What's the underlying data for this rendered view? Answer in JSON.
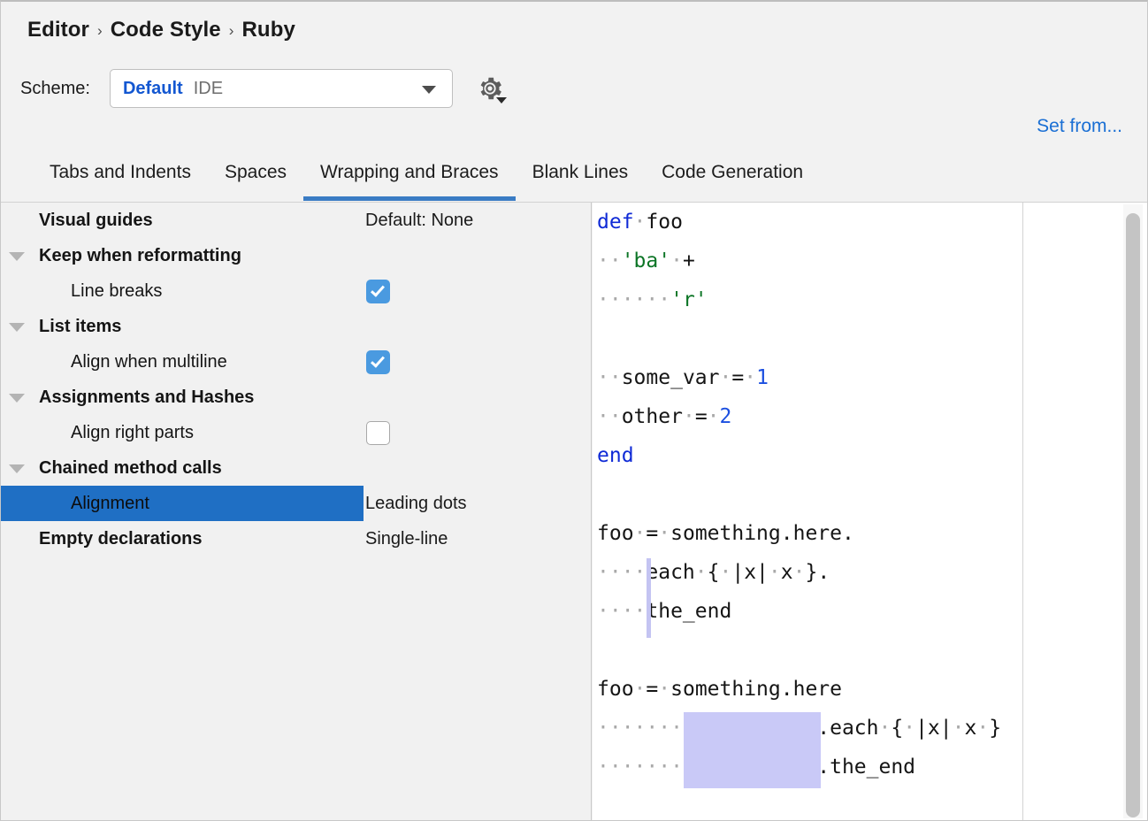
{
  "breadcrumb": {
    "items": [
      "Editor",
      "Code Style",
      "Ruby"
    ],
    "separator": "›"
  },
  "scheme": {
    "label": "Scheme:",
    "name": "Default",
    "type": "IDE",
    "gear_icon": "gear-icon",
    "dropdown_icon": "chevron-down-icon"
  },
  "actions": {
    "set_from": "Set from..."
  },
  "tabs": [
    {
      "label": "Tabs and Indents",
      "active": false
    },
    {
      "label": "Spaces",
      "active": false
    },
    {
      "label": "Wrapping and Braces",
      "active": true
    },
    {
      "label": "Blank Lines",
      "active": false
    },
    {
      "label": "Code Generation",
      "active": false
    }
  ],
  "tree": [
    {
      "name": "Visual guides",
      "kind": "group",
      "twisty": false,
      "control": "value",
      "value": "Default: None"
    },
    {
      "name": "Keep when reformatting",
      "kind": "group",
      "twisty": true,
      "control": "none",
      "value": ""
    },
    {
      "name": "Line breaks",
      "kind": "leaf",
      "twisty": false,
      "control": "checkbox",
      "checked": true
    },
    {
      "name": "List items",
      "kind": "group",
      "twisty": true,
      "control": "none",
      "value": ""
    },
    {
      "name": "Align when multiline",
      "kind": "leaf",
      "twisty": false,
      "control": "checkbox",
      "checked": true
    },
    {
      "name": "Assignments and Hashes",
      "kind": "group",
      "twisty": true,
      "control": "none",
      "value": ""
    },
    {
      "name": "Align right parts",
      "kind": "leaf",
      "twisty": false,
      "control": "checkbox",
      "checked": false
    },
    {
      "name": "Chained method calls",
      "kind": "group",
      "twisty": true,
      "control": "none",
      "value": ""
    },
    {
      "name": "Alignment",
      "kind": "leaf",
      "twisty": false,
      "control": "value",
      "value": "Leading dots",
      "selected": true
    },
    {
      "name": "Empty declarations",
      "kind": "group",
      "twisty": false,
      "control": "value",
      "value": "Single-line"
    }
  ],
  "preview": {
    "lines": [
      [
        {
          "t": "def",
          "c": "kw"
        },
        {
          "t": "·",
          "c": "ws"
        },
        {
          "t": "foo",
          "c": ""
        }
      ],
      [
        {
          "t": "··",
          "c": "ws"
        },
        {
          "t": "'ba'",
          "c": "str"
        },
        {
          "t": "·",
          "c": "ws"
        },
        {
          "t": "+",
          "c": ""
        }
      ],
      [
        {
          "t": "······",
          "c": "ws"
        },
        {
          "t": "'r'",
          "c": "str"
        }
      ],
      [],
      [
        {
          "t": "··",
          "c": "ws"
        },
        {
          "t": "some_var",
          "c": ""
        },
        {
          "t": "·",
          "c": "ws"
        },
        {
          "t": "=",
          "c": ""
        },
        {
          "t": "·",
          "c": "ws"
        },
        {
          "t": "1",
          "c": "num"
        }
      ],
      [
        {
          "t": "··",
          "c": "ws"
        },
        {
          "t": "other",
          "c": ""
        },
        {
          "t": "·",
          "c": "ws"
        },
        {
          "t": "=",
          "c": ""
        },
        {
          "t": "·",
          "c": "ws"
        },
        {
          "t": "2",
          "c": "num"
        }
      ],
      [
        {
          "t": "end",
          "c": "kw"
        }
      ],
      [],
      [
        {
          "t": "foo",
          "c": ""
        },
        {
          "t": "·",
          "c": "ws"
        },
        {
          "t": "=",
          "c": ""
        },
        {
          "t": "·",
          "c": "ws"
        },
        {
          "t": "something.here.",
          "c": ""
        }
      ],
      [
        {
          "t": "····",
          "c": "ws"
        },
        {
          "t": "each",
          "c": ""
        },
        {
          "t": "·",
          "c": "ws"
        },
        {
          "t": "{",
          "c": ""
        },
        {
          "t": "·",
          "c": "ws"
        },
        {
          "t": "|x|",
          "c": ""
        },
        {
          "t": "·",
          "c": "ws"
        },
        {
          "t": "x",
          "c": ""
        },
        {
          "t": "·",
          "c": "ws"
        },
        {
          "t": "}.",
          "c": ""
        }
      ],
      [
        {
          "t": "····",
          "c": "ws"
        },
        {
          "t": "the_end",
          "c": ""
        }
      ],
      [],
      [
        {
          "t": "foo",
          "c": ""
        },
        {
          "t": "·",
          "c": "ws"
        },
        {
          "t": "=",
          "c": ""
        },
        {
          "t": "·",
          "c": "ws"
        },
        {
          "t": "something.here",
          "c": ""
        }
      ],
      [
        {
          "t": "··················",
          "c": "ws"
        },
        {
          "t": ".each",
          "c": ""
        },
        {
          "t": "·",
          "c": "ws"
        },
        {
          "t": "{",
          "c": ""
        },
        {
          "t": "·",
          "c": "ws"
        },
        {
          "t": "|x|",
          "c": ""
        },
        {
          "t": "·",
          "c": "ws"
        },
        {
          "t": "x",
          "c": ""
        },
        {
          "t": "·",
          "c": "ws"
        },
        {
          "t": "}",
          "c": ""
        }
      ],
      [
        {
          "t": "··················",
          "c": "ws"
        },
        {
          "t": ".the_end",
          "c": ""
        }
      ]
    ],
    "indent_guide_color": "#c4c4f2",
    "alignment_highlight_color": "#c9c9f7"
  },
  "colors": {
    "accent_blue": "#1f6fc4",
    "link_blue": "#1a6fd4",
    "scheme_blue": "#1357d1",
    "checkbox_blue": "#4a9ae0",
    "tab_underline": "#3a7cc4",
    "keyword": "#0f2ad6",
    "string": "#0c7526",
    "number": "#1b4fe0",
    "background": "#f2f2f2"
  },
  "scrollbar": {
    "name": "preview-vertical-scrollbar"
  }
}
